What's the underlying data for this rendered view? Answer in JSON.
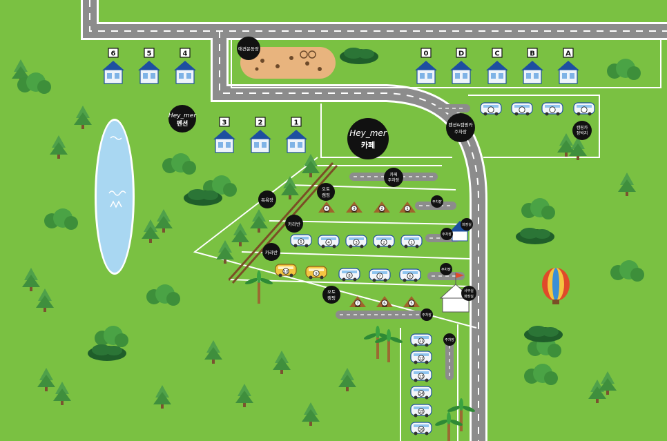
{
  "map": {
    "cafe": {
      "script": "Hey_mer",
      "name": "카페"
    },
    "pension": {
      "script": "Hey_mer",
      "name": "펜션"
    },
    "pet_playground": "애견운동장",
    "bathroom": "목욕장",
    "pension_houses_top": [
      "6",
      "5",
      "4"
    ],
    "pension_houses_front": [
      "3",
      "2",
      "1"
    ],
    "glamping_houses": [
      "0",
      "D",
      "C",
      "B",
      "A"
    ],
    "pension_parking": [
      "펜션&캠핑카",
      "주차장"
    ],
    "caravan_spots": [
      "캠핑카",
      "정박지"
    ],
    "cafe_parking": [
      "카페",
      "주차장"
    ],
    "auto_camping_1": [
      "오토",
      "캠핑"
    ],
    "auto_camping_2": [
      "오토",
      "캠핑"
    ],
    "caravan_1": "카라반",
    "caravan_2": "카라반",
    "parking_small": "주차장",
    "toilet": "화장실",
    "office": [
      "사무실",
      "화장실"
    ],
    "tent_row1": [
      "4",
      "3",
      "2",
      "1"
    ],
    "tent_row2": [
      "7",
      "6",
      "5"
    ],
    "caravan_row1": [
      "5",
      "4",
      "3",
      "2",
      "1"
    ],
    "caravan_row2": [
      "10",
      "9",
      "8",
      "7",
      "6"
    ],
    "bus_column": [
      "11",
      "12",
      "13",
      "14",
      "15",
      "16"
    ]
  },
  "colors": {
    "grass": "#7ac142",
    "road": "#8c8c8c",
    "water": "#a9d7f2",
    "house": "#1d4fa0",
    "marker": "#111111"
  }
}
